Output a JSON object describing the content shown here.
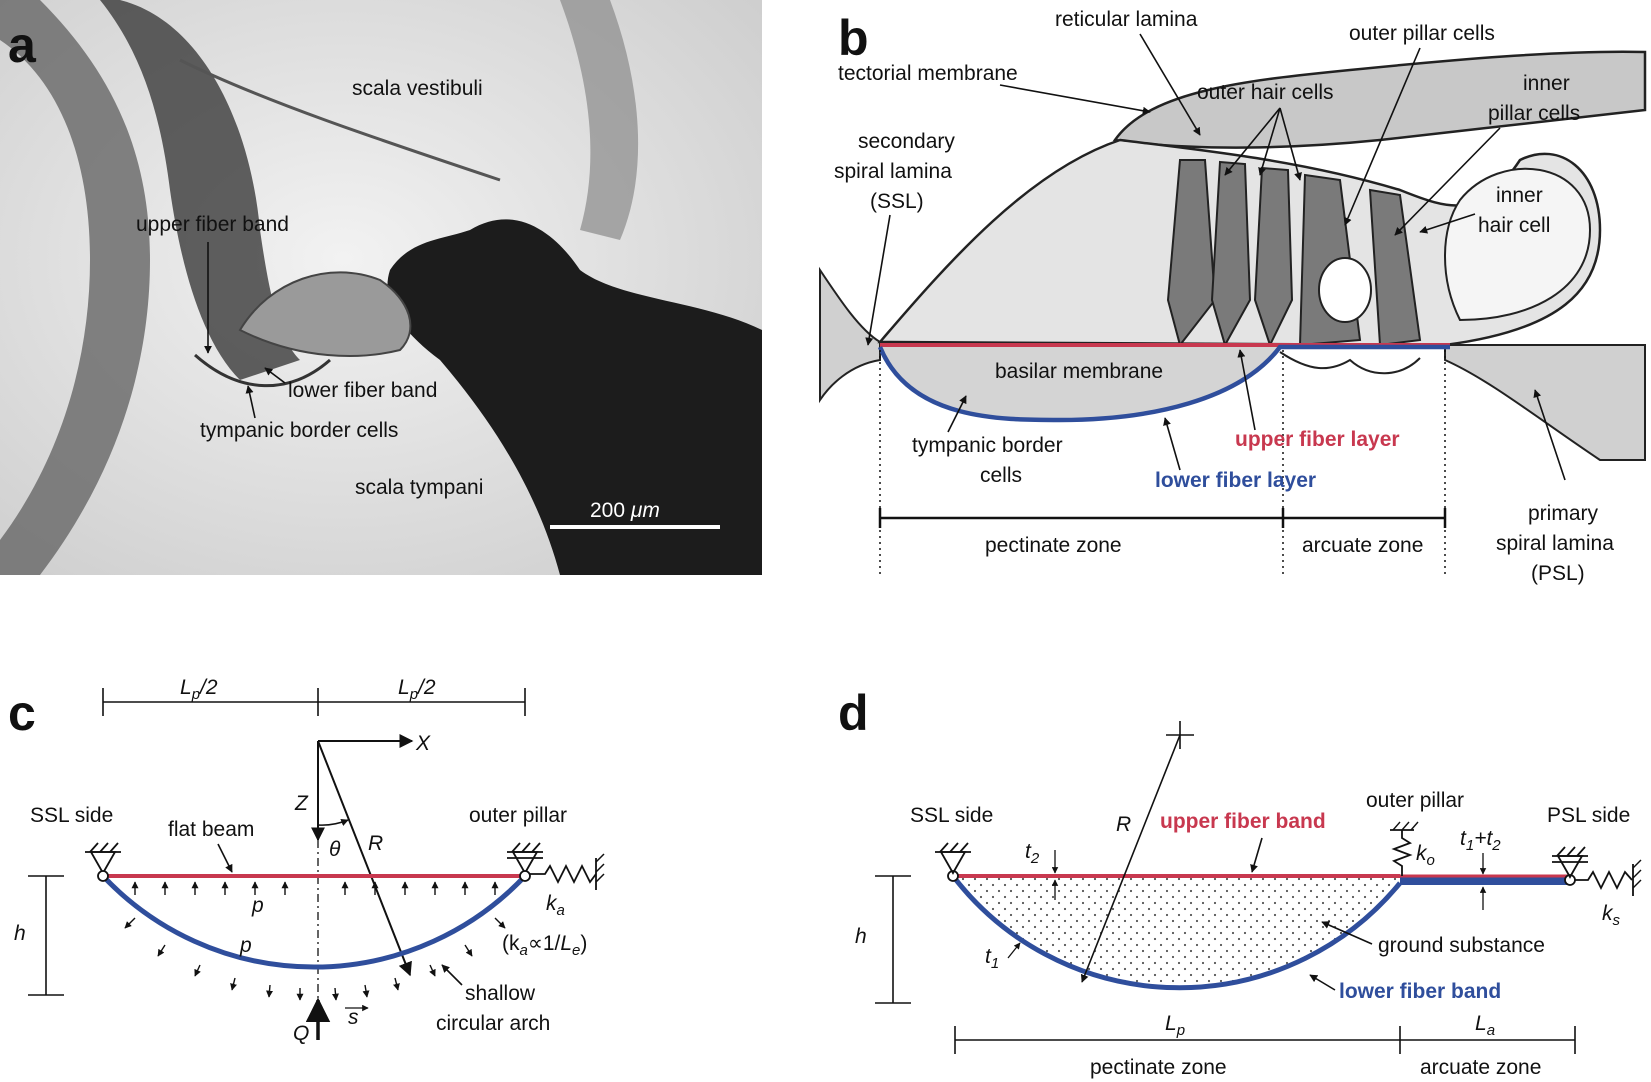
{
  "colors": {
    "red": "#c8384f",
    "blue": "#2f4e9c",
    "cell_gray": "#d9d9d9",
    "hair_gray": "#7a7a7a"
  },
  "panel_a": {
    "letter": "a",
    "labels": {
      "scala_vestibuli": "scala vestibuli",
      "upper_fiber_band": "upper fiber band",
      "lower_fiber_band": "lower fiber band",
      "tympanic_border_cells": "tympanic border cells",
      "scala_tympani": "scala tympani",
      "scale_bar_prefix": "200 ",
      "scale_bar_unit": "μm"
    }
  },
  "panel_b": {
    "letter": "b",
    "labels": {
      "reticular_lamina": "reticular lamina",
      "outer_pillar_cells": "outer pillar cells",
      "tectorial_membrane": "tectorial membrane",
      "outer_hair_cells": "outer hair cells",
      "inner_pillar_l1": "inner",
      "inner_pillar_l2": "pillar cells",
      "ssl_l1": "secondary",
      "ssl_l2": "spiral lamina",
      "ssl_l3": "(SSL)",
      "inner_hair_l1": "inner",
      "inner_hair_l2": "hair cell",
      "basilar_membrane": "basilar membrane",
      "tympanic_l1": "tympanic border",
      "tympanic_l2": "cells",
      "upper_fiber_layer": "upper fiber layer",
      "lower_fiber_layer": "lower fiber layer",
      "pectinate_zone": "pectinate zone",
      "arcuate_zone": "arcuate zone",
      "psl_l1": "primary",
      "psl_l2": "spiral lamina",
      "psl_l3": "(PSL)"
    }
  },
  "panel_c": {
    "letter": "c",
    "labels": {
      "half_span_left": "L",
      "half_span_left_sub": "p",
      "half_span_left_suffix": "/2",
      "half_span_right": "L",
      "half_span_right_sub": "p",
      "half_span_right_suffix": "/2",
      "x_axis": "X",
      "z_axis": "Z",
      "theta": "θ",
      "radius": "R",
      "ssl_side": "SSL side",
      "flat_beam": "flat beam",
      "outer_pillar": "outer pillar",
      "height": "h",
      "p_upper": "p",
      "p_lower": "p",
      "ka": "k",
      "ka_sub": "a",
      "ka_rel_open": "(k",
      "ka_rel_sub": "a",
      "ka_rel_mid": "∝1/",
      "ka_rel_L": "L",
      "ka_rel_Lsub": "e",
      "ka_rel_close": ")",
      "shallow_l1": "shallow",
      "shallow_l2": "circular arch",
      "q_load": "Q",
      "s_coord": "s"
    }
  },
  "panel_d": {
    "letter": "d",
    "labels": {
      "radius": "R",
      "ssl_side": "SSL side",
      "upper_fiber_band": "upper fiber band",
      "outer_pillar": "outer pillar",
      "psl_side": "PSL side",
      "t2": "t",
      "t2_sub": "2",
      "ko": "k",
      "ko_sub": "o",
      "t1t2_a": "t",
      "t1t2_a_sub": "1",
      "t1t2_plus": "+t",
      "t1t2_b_sub": "2",
      "height": "h",
      "ks": "k",
      "ks_sub": "s",
      "t1": "t",
      "t1_sub": "1",
      "ground_substance": "ground substance",
      "lower_fiber_band": "lower fiber band",
      "lp": "L",
      "lp_sub": "p",
      "la": "L",
      "la_sub": "a",
      "pectinate_zone": "pectinate zone",
      "arcuate_zone": "arcuate zone"
    }
  }
}
